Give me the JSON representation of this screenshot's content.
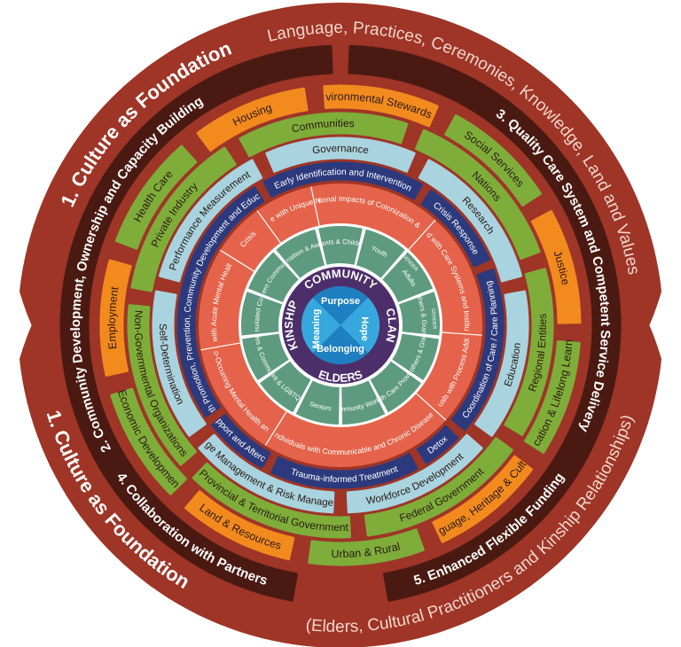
{
  "colors": {
    "outer_ring": "#9e3527",
    "band_dark": "#4a1a12",
    "orange": "#f28a1e",
    "green": "#7fad3a",
    "light_blue": "#a8d3df",
    "navy": "#2c3a7d",
    "salmon": "#e5634a",
    "teal": "#5e9a7f",
    "purple": "#4c2f6a",
    "core_blue": "#1e7fc1",
    "core_light": "#37a8de",
    "white": "#ffffff"
  },
  "outer": {
    "title_top": "1. Culture as Foundation",
    "subtitle_top": "(Language, Practices, Ceremonies, Knowledge, Land and Values)",
    "title_bottom": "1. Culture as Foundation",
    "subtitle_bottom": "(Elders, Cultural Practitioners and Kinship Relationships)",
    "band_2": "2. Community Development, Ownership and Capacity Building",
    "band_3": "3. Quality Care System and Competent Service Delivery",
    "band_4": "4. Collaboration with Partners",
    "band_5": "5. Enhanced Flexible Funding"
  },
  "ring_sectors": [
    "Environmental Stewardship",
    "Social Services",
    "Justice",
    "Education & Lifelong Learning",
    "Language, Heritage & Culture",
    "Urban & Rural",
    "Land & Resources",
    "Economic Development",
    "Employment",
    "Health Care",
    "Housing"
  ],
  "ring_governments": [
    "Communities",
    "Nations",
    "Regional Entities",
    "Federal Government",
    "Provincial & Territorial Government",
    "Non-Governmental Organizations",
    "Private Industry"
  ],
  "ring_supports": [
    "Governance",
    "Research",
    "Education",
    "Workforce Development",
    "Change Management & Risk Management",
    "Self-Determination",
    "Performance Measurement"
  ],
  "ring_continuum": [
    "Early Identification and Intervention",
    "Crisis Response",
    "Coordination of Care / Care Planning",
    "Detox",
    "Trauma-informed Treatment",
    "Support and Aftercare",
    "Health Promotion, Prevention, Community Development and Education"
  ],
  "ring_needs": [
    "Intergenerational Impacts of Colonization & Assimilation",
    "People Involved with Care Systems and Institutional Systems",
    "Individuals with Process Addictions",
    "Individuals with Communicable and Chronic Diseases",
    "Individuals with Co-Occurring Mental Health and Addiction Issues",
    "Individuals with Acute Mental Health Concerns",
    "Crisis",
    "People with Unique Needs"
  ],
  "ring_populations": [
    "Infants & Children",
    "Youth",
    "Adults",
    "Men, Fathers & Grandfathers",
    "Women, Mothers & Grandmothers",
    "Health Care Providers",
    "Community Workers",
    "Seniors",
    "Two-Spirit & LGBTQ People",
    "Families & Communities",
    "Remote & Isolated Communities",
    "Northern Communities",
    "Individuals in Transition & Away from Reserve"
  ],
  "gender_labels": [
    "GENDER",
    "GENDER"
  ],
  "core_ring": {
    "top": "COMMUNITY",
    "right": "CLAN",
    "bottom": "ELDERS",
    "left": "KINSHIP"
  },
  "core_center": {
    "top": "Purpose",
    "right": "Hope",
    "bottom": "Belonging",
    "left": "Meaning"
  }
}
